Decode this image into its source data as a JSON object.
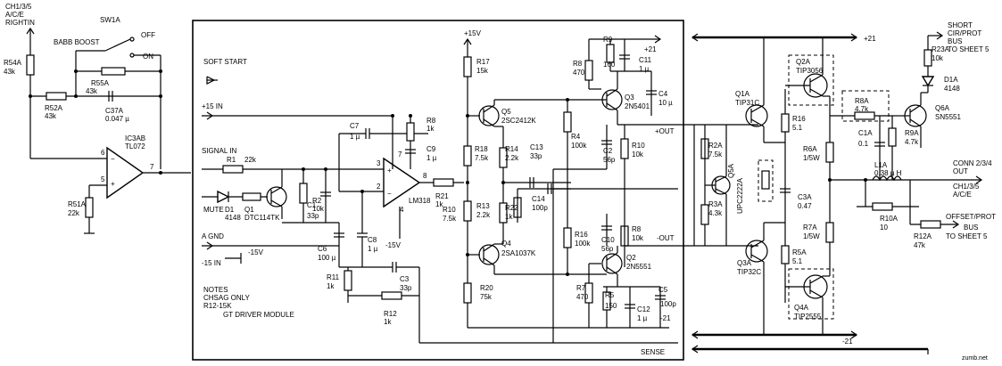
{
  "top_left": {
    "l1": "CH1/3/5",
    "l2": "A/C/E",
    "l3": "RIGHTIN"
  },
  "switch": {
    "name": "SW1A",
    "off": "OFF",
    "on": "ON",
    "label": "BABB BOOST"
  },
  "left": {
    "r54a": [
      "R54A",
      "43k"
    ],
    "r52a": [
      "R52A",
      "43k"
    ],
    "r55a": [
      "R55A",
      "43k"
    ],
    "c37a": [
      "C37A",
      "0.047 µ"
    ],
    "r51a": [
      "R51A",
      "22k"
    ],
    "ic": [
      "IC3AB",
      "TL072"
    ],
    "pins": {
      "p5": "5",
      "p6": "6",
      "p7": "7"
    }
  },
  "module": {
    "soft_start": "SOFT START",
    "p15in": "+15 IN",
    "signal_in": "SIGNAL IN",
    "mute": "MUTE",
    "agnd": "A GND",
    "m15in": "-15 IN",
    "m15v": "-15V",
    "p15v": "+15V",
    "sense": "SENSE",
    "notes": [
      "NOTES",
      "CHSAG ONLY",
      "R12-15K"
    ],
    "module_name": "GT DRIVER MODULE",
    "lm": "LM318",
    "op_pins": {
      "p3": "3",
      "p2": "2",
      "p4": "4",
      "p7": "7",
      "p8": "8",
      "m15": "-15V"
    },
    "r1": [
      "R1",
      "22k"
    ],
    "d1": [
      "D1",
      "4148"
    ],
    "q1": [
      "Q1",
      "DTC114TK"
    ],
    "r2": [
      "R2",
      "10k"
    ],
    "c1": [
      "C1",
      "33p"
    ],
    "c7": [
      "C7",
      "1 µ"
    ],
    "r8": [
      "R8",
      "1k"
    ],
    "c9": [
      "C9",
      "1 µ"
    ],
    "c8": [
      "C8",
      "1 µ"
    ],
    "c6": [
      "C6",
      "100 µ"
    ],
    "r11": [
      "R11",
      "1k"
    ],
    "c3": [
      "C3",
      "33p"
    ],
    "r12": [
      "R12",
      "1k"
    ],
    "r21": [
      "R21",
      "1k"
    ],
    "r17": [
      "R17",
      "15k"
    ],
    "r18": [
      "R18",
      "7.5k"
    ],
    "r10": [
      "R10",
      "7.5k"
    ],
    "r14": [
      "R14",
      "2.2k"
    ],
    "r13": [
      "R13",
      "2.2k"
    ],
    "c13": [
      "C13",
      "33p"
    ],
    "r22": [
      "R22",
      "1k"
    ],
    "c14": [
      "C14",
      "100p"
    ],
    "q5": [
      "Q5",
      "2SC2412K"
    ],
    "q4": [
      "Q4",
      "2SA1037K"
    ],
    "r20": [
      "R20",
      "75k"
    ],
    "r9": [
      "R9",
      "160"
    ],
    "r8b": [
      "R8",
      "470"
    ],
    "c11": [
      "C11",
      "1 µ"
    ],
    "c4": [
      "C4",
      "10 µ"
    ],
    "p21": "+21",
    "q3": [
      "Q3",
      "2N5401"
    ],
    "r4": [
      "R4",
      "100k"
    ],
    "c2": [
      "C2",
      "56p"
    ],
    "r10b": [
      "R10",
      "10k"
    ],
    "out_p": "+OUT",
    "r16": [
      "R16",
      "100k"
    ],
    "c10": [
      "C10",
      "56p"
    ],
    "r8c": [
      "R8",
      "10k"
    ],
    "out_m": "-OUT",
    "q2": [
      "Q2",
      "2N5551"
    ],
    "r7": [
      "R7",
      "470"
    ],
    "r5": [
      "R5",
      "150"
    ],
    "c12": [
      "C12",
      "1 µ"
    ],
    "c5": [
      "C5",
      "100p"
    ],
    "m21": "-21"
  },
  "right": {
    "p21": "+21",
    "m21": "-21",
    "q1a": [
      "Q1A",
      "TIP31C"
    ],
    "q2a": [
      "Q2A",
      "TIP3056"
    ],
    "q3a": [
      "Q3A",
      "TIP32C"
    ],
    "q4a": [
      "Q4A",
      "TIP2555"
    ],
    "q5a": [
      "Q5A",
      "UPC2222A"
    ],
    "r2a": [
      "R2A",
      "7.5k"
    ],
    "r3a": [
      "R3A",
      "4.3k"
    ],
    "r16": [
      "R16",
      "5.1"
    ],
    "r5a": [
      "R5A",
      "5.1"
    ],
    "r6a": [
      "R6A",
      "1/5W"
    ],
    "r7a": [
      "R7A",
      "1/5W"
    ],
    "c3a": [
      "C3A",
      "0.47"
    ],
    "r8a": [
      "R8A",
      "4.7k"
    ],
    "c1a": [
      "C1A",
      "0.1"
    ],
    "r9a": [
      "R9A",
      "4.7k"
    ],
    "q6a": [
      "Q6A",
      "SN5551"
    ],
    "d1a": [
      "D1A",
      "4148"
    ],
    "r23a": [
      "R23A",
      "10k"
    ],
    "l1a": [
      "L1A",
      "0.38 µ H"
    ],
    "r10a": [
      "R10A",
      "10"
    ],
    "r12a": [
      "R12A",
      "47k"
    ],
    "short": [
      "SHORT",
      "CIR/PROT",
      "BUS",
      "TO SHEET 5"
    ],
    "conn": [
      "CONN 2/3/4",
      "OUT",
      "CH1/3/5",
      "A/C/E"
    ],
    "offset": [
      "OFFSET/PROT",
      "BUS",
      "TO SHEET 5"
    ]
  },
  "watermark": "zumb.net"
}
